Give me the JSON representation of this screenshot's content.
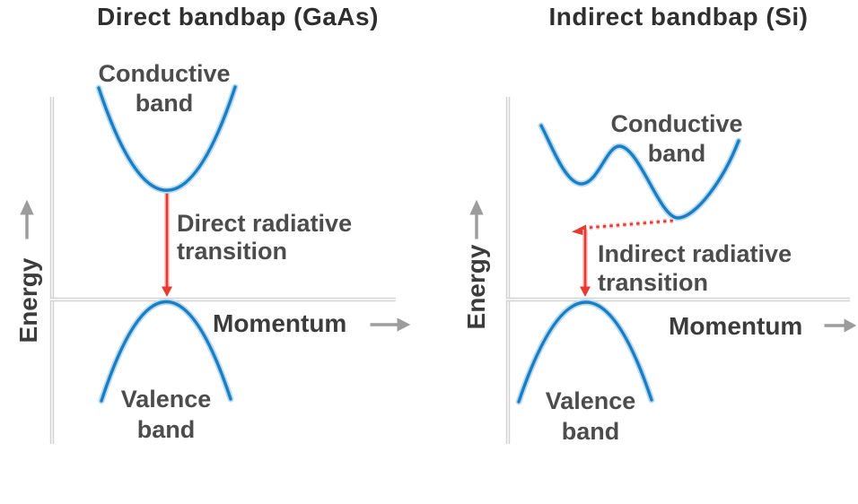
{
  "figure": {
    "description": "Energy vs momentum band structure comparison of direct and indirect bandgap semiconductors"
  },
  "colors": {
    "band_blue": "#1c7ec2",
    "band_blue_halo": "#b9dcf1",
    "transition_red": "#e63a33",
    "transition_red_halo": "#f7bcb9",
    "axis_gray": "#d3d3d3",
    "axis_core": "#f6f6f6",
    "arrow_gray": "#9c9c9c",
    "label_gray": "#4c4c4c",
    "title_dark": "#2f2f2f"
  },
  "panels": {
    "left": {
      "title": "Direct bandbap (GaAs)",
      "conduction_label": {
        "line1": "Conductive",
        "line2": "band"
      },
      "valence_label": {
        "line1": "Valence",
        "line2": "band"
      },
      "transition_label": {
        "line1": "Direct radiative",
        "line2": "transition"
      },
      "y_axis_label": "Energy",
      "x_axis_label": "Momentum"
    },
    "right": {
      "title": "Indirect bandbap (Si)",
      "conduction_label": {
        "line1": "Conductive",
        "line2": "band"
      },
      "valence_label": {
        "line1": "Valence",
        "line2": "band"
      },
      "transition_label": {
        "line1": "Indirect radiative",
        "line2": "transition"
      },
      "y_axis_label": "Energy",
      "x_axis_label": "Momentum"
    }
  }
}
